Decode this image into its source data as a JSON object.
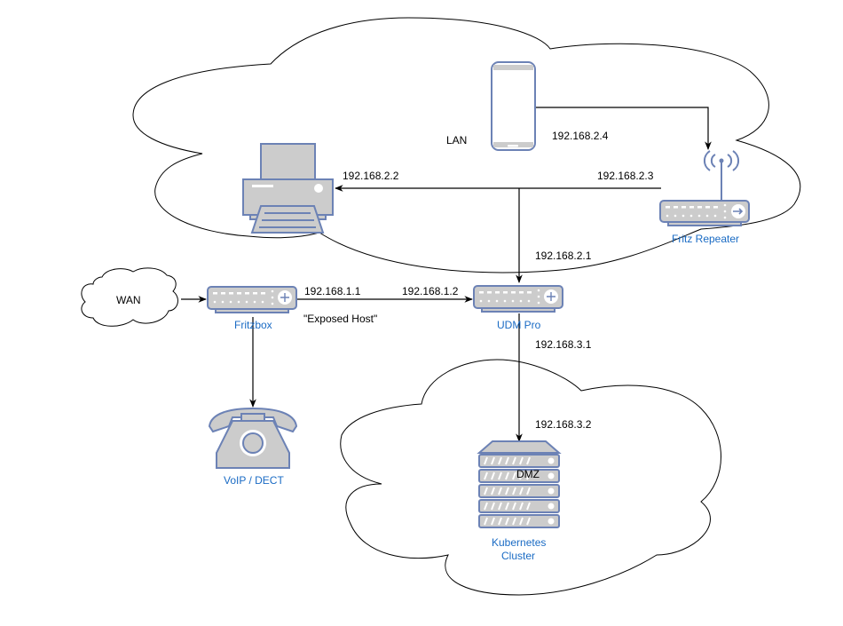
{
  "diagram": {
    "zones": {
      "lan": {
        "label": "LAN"
      },
      "dmz": {
        "label": "DMZ"
      },
      "wan": {
        "label": "WAN"
      }
    },
    "devices": {
      "printer": {
        "label": ""
      },
      "phone": {
        "label": ""
      },
      "fritz_repeater": {
        "label": "Fritz Repeater"
      },
      "fritzbox": {
        "label": "Fritzbox"
      },
      "udm_pro": {
        "label": "UDM Pro"
      },
      "voip": {
        "label": "VoIP / DECT"
      },
      "kubernetes": {
        "label_line1": "Kubernetes",
        "label_line2": "Cluster"
      }
    },
    "addresses": {
      "printer_ip": "192.168.2.2",
      "phone_ip": "192.168.2.4",
      "repeater_ip": "192.168.2.3",
      "udm_lan_ip": "192.168.2.1",
      "fritzbox_ip": "192.168.1.1",
      "udm_wan_ip": "192.168.1.2",
      "exposed_host": "\"Exposed Host\"",
      "udm_dmz_ip": "192.168.3.1",
      "cluster_ip": "192.168.3.2"
    },
    "colors": {
      "icon_fill": "#cccccc",
      "icon_stroke": "#6c82b5",
      "device_label": "#1a6bc4"
    }
  }
}
